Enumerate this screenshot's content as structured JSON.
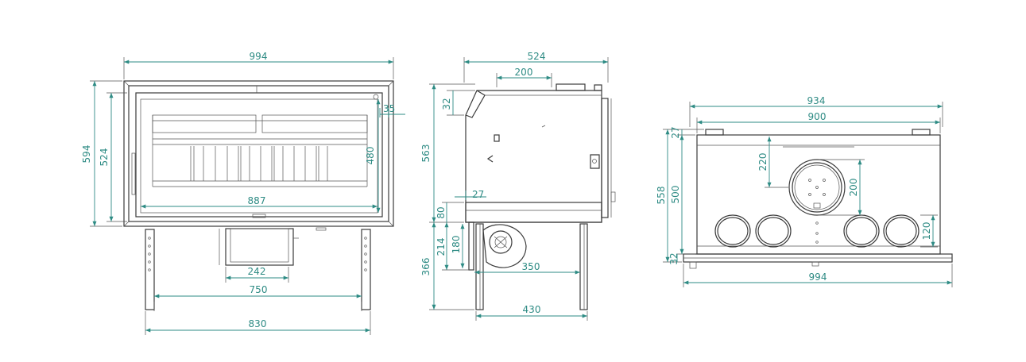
{
  "colors": {
    "dimension": "#2e8b84",
    "outline": "#3b3b3b"
  },
  "front_view": {
    "width_total": "994",
    "height_total": "594",
    "height_inner": "524",
    "glass_height": "480",
    "side_offset": "35",
    "glass_width": "887",
    "box_width": "242",
    "legs_inner": "750",
    "legs_outer": "830"
  },
  "side_view": {
    "depth_total": "524",
    "collar_offset": "200",
    "top_step": "32",
    "body_height": "563",
    "small_offset": "27",
    "base_height": "80",
    "leg_height": "214",
    "fan_height": "180",
    "stand_height": "366",
    "fan_depth": "350",
    "legs_depth": "430"
  },
  "top_view": {
    "width_outer": "934",
    "width_inner": "900",
    "top_offset": "27",
    "flue_offset": "220",
    "flue_diameter": "200",
    "depth_total": "558",
    "depth_inner": "500",
    "duct_diameter": "120",
    "bottom_offset": "32",
    "width_total": "994"
  }
}
